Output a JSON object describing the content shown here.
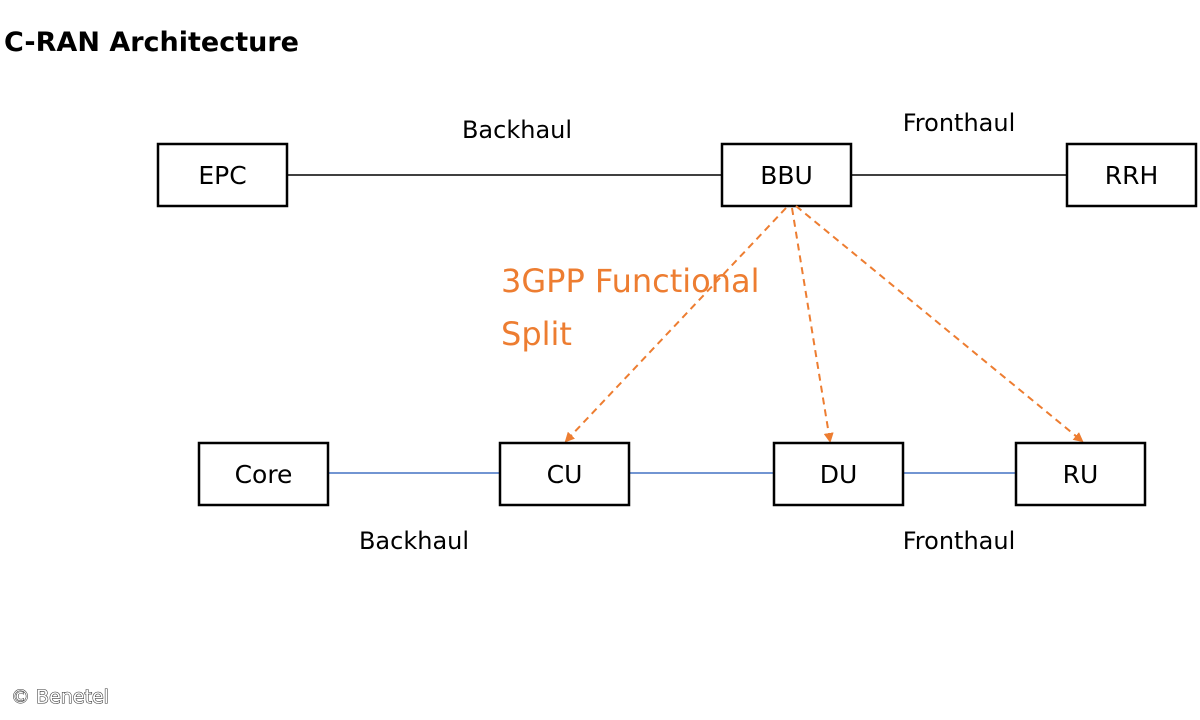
{
  "title": "C-RAN Architecture",
  "colors": {
    "split_arrow": "#ED7D31",
    "new_link_line": "#4472C4",
    "legacy_link_line": "#000000",
    "box_border": "#000000"
  },
  "legacy": {
    "nodes": {
      "epc": "EPC",
      "bbu": "BBU",
      "rrh": "RRH"
    },
    "links": {
      "backhaul": "Backhaul",
      "fronthaul": "Fronthaul"
    }
  },
  "split": {
    "label_line1": "3GPP Functional",
    "label_line2": "Split"
  },
  "new_arch": {
    "nodes": {
      "core": "Core",
      "cu": "CU",
      "du": "DU",
      "ru": "RU"
    },
    "links": {
      "backhaul": "Backhaul",
      "fronthaul": "Fronthaul"
    }
  },
  "copyright": "© Benetel"
}
